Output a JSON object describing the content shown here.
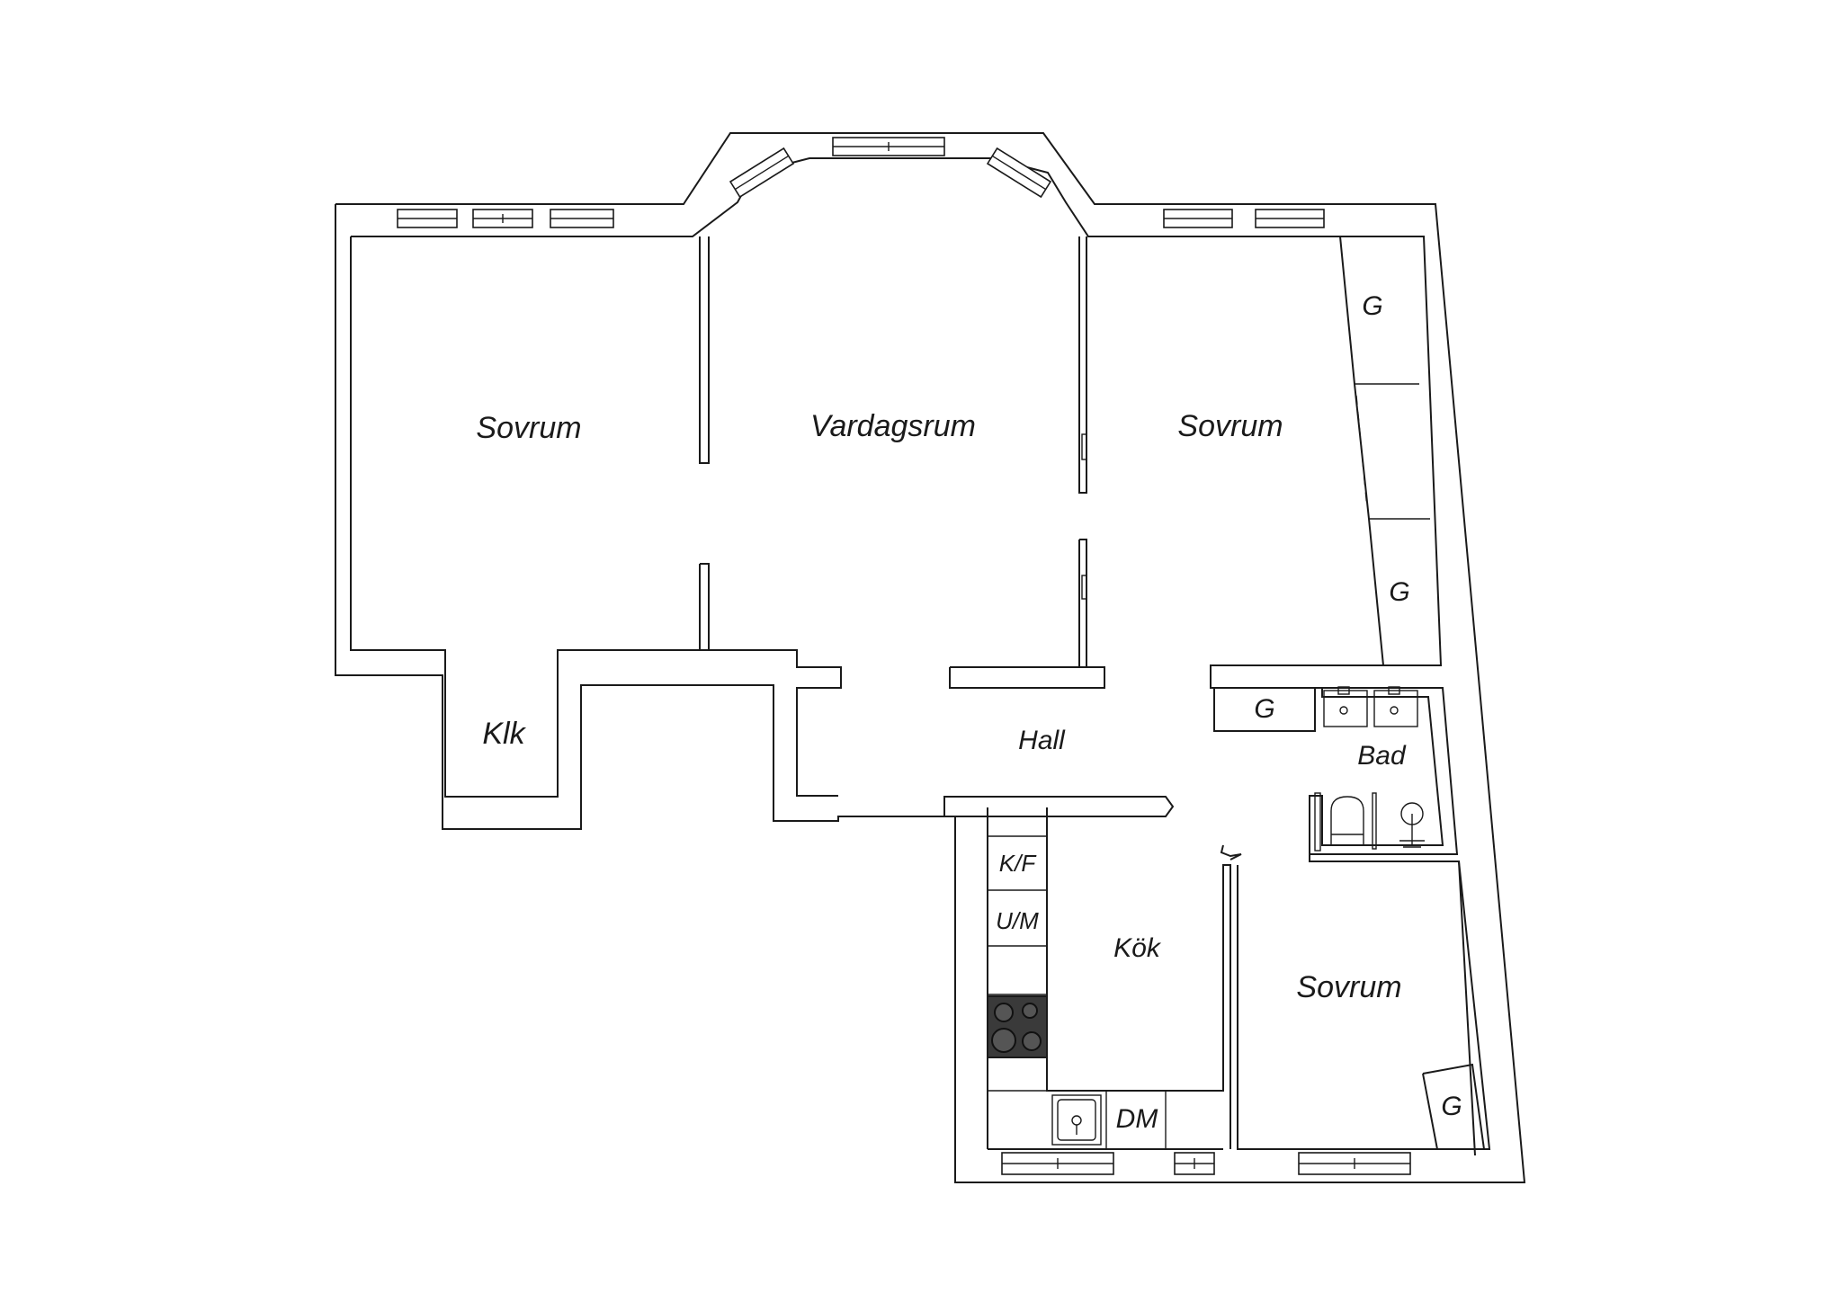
{
  "rooms": {
    "sovrum_left": "Sovrum",
    "vardagsrum": "Vardagsrum",
    "sovrum_right": "Sovrum",
    "klk": "Klk",
    "hall": "Hall",
    "bad": "Bad",
    "kok": "Kök",
    "sovrum_lower": "Sovrum"
  },
  "fixtures": {
    "wardrobe_upper": "G",
    "wardrobe_lower": "G",
    "wardrobe_hall": "G",
    "wardrobe_bedroom": "G",
    "fridge_freezer": "K/F",
    "oven_microwave": "U/M",
    "dishwasher": "DM"
  }
}
